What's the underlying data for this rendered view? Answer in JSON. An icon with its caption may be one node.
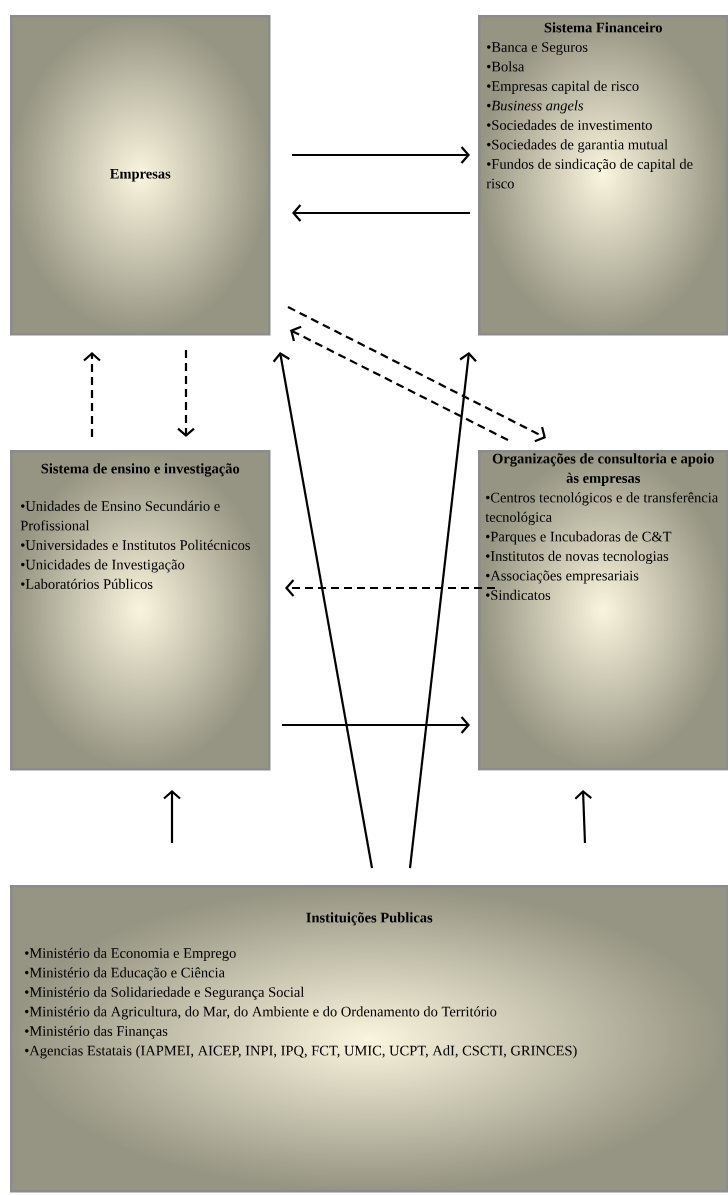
{
  "diagram": {
    "nodes": [
      {
        "text": [
          "Empresas"
        ]
      },
      {
        "text": [
          "Sistema Financeiro",
          "•Banca e Seguros",
          "•Bolsa",
          "•Empresas capital de risco",
          "•*Business angels*",
          "•Sociedades de investimento",
          "•Sociedades de garantia mutual",
          "•Fundos de sindicação de capital de risco"
        ]
      },
      {
        "text": [
          "Sistema de ensino e investigação",
          "•Unidades de Ensino Secundário e Profissional",
          "•Universidades e Institutos Politécnicos",
          "•Unicidades de Investigação",
          "•Laboratórios Públicos"
        ]
      },
      {
        "text": [
          "Organizações de consultoria e apoio às empresas",
          "•Centros tecnológicos e de transferência tecnológica",
          "•Parques e Incubadoras de C&T",
          "•Institutos de novas tecnologias",
          "•Associações empresariais",
          "•Sindicatos"
        ]
      },
      {
        "text": [
          "Instituições Publicas",
          "•Ministério da Economia e Emprego",
          "•Ministério da Educação e Ciência",
          "•Ministério da Solidariedade e Segurança Social",
          "•Ministério da Agricultura, do Mar, do Ambiente e do Ordenamento do Território",
          "•Ministério das Finanças",
          "•Agencias Estatais (IAPMEI, AICEP, INPI, IPQ, FCT, UMIC, UCPT, AdI, CSCTI,  GRINCES)"
        ]
      }
    ],
    "edges": [
      {
        "from": 0,
        "to": 1,
        "arrow": "to"
      },
      {
        "from": 1,
        "to": 0,
        "arrow": "to"
      },
      {
        "from": 0,
        "to": 3,
        "arrow": "to",
        "style": "dashed"
      },
      {
        "from": 3,
        "to": 0,
        "arrow": "to",
        "style": "dashed"
      },
      {
        "from": 2,
        "to": 0,
        "arrow": "to",
        "style": "dashed"
      },
      {
        "from": 0,
        "to": 2,
        "arrow": "to",
        "style": "dashed"
      },
      {
        "from": 4,
        "to": 0,
        "arrow": "to"
      },
      {
        "from": 4,
        "to": 1,
        "arrow": "to"
      },
      {
        "from": 3,
        "to": 2,
        "arrow": "to",
        "style": "dashed"
      },
      {
        "from": 2,
        "to": 3,
        "arrow": "to"
      },
      {
        "from": 4,
        "to": 2,
        "arrow": "to"
      },
      {
        "from": 4,
        "to": 3,
        "arrow": "to"
      }
    ]
  }
}
